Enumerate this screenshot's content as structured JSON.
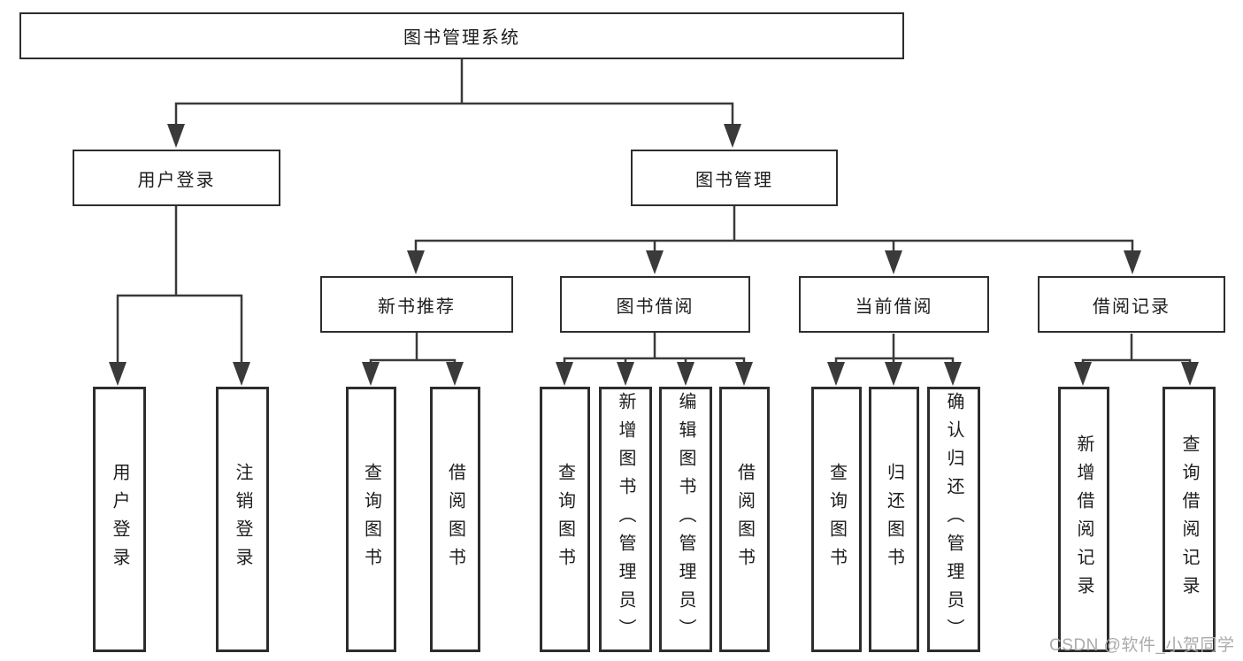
{
  "diagram_title": "图书管理系统",
  "tree": {
    "root": {
      "label": "图书管理系统"
    },
    "branches": {
      "user_login": {
        "label": "用户登录",
        "children": {
          "login": {
            "label": "用户登录"
          },
          "logout": {
            "label": "注销登录"
          }
        }
      },
      "book_mgmt": {
        "label": "图书管理",
        "children": {
          "new_book_rec": {
            "label": "新书推荐",
            "children": {
              "query_books": {
                "label": "查询图书"
              },
              "borrow_books": {
                "label": "借阅图书"
              }
            }
          },
          "book_borrow": {
            "label": "图书借阅",
            "children": {
              "query_books": {
                "label": "查询图书"
              },
              "add_books_admin": {
                "label": "新增图书（管理员）"
              },
              "edit_books_admin": {
                "label": "编辑图书（管理员）"
              },
              "borrow_books": {
                "label": "借阅图书"
              }
            }
          },
          "current_borrow": {
            "label": "当前借阅",
            "children": {
              "query_books": {
                "label": "查询图书"
              },
              "return_books": {
                "label": "归还图书"
              },
              "confirm_return_admin": {
                "label": "确认归还（管理员）"
              }
            }
          },
          "borrow_records": {
            "label": "借阅记录",
            "children": {
              "add_record": {
                "label": "新增借阅记录"
              },
              "query_record": {
                "label": "查询借阅记录"
              }
            }
          }
        }
      }
    }
  },
  "watermark": {
    "text": "CSDN @软件_小贺同学",
    "color": "#ABABAB"
  },
  "colors": {
    "line": "#3A3A3A",
    "box_border": "#2D2D2D",
    "box_fill": "#FFFFFF",
    "text": "#1D1D1D",
    "background": "#FFFFFF"
  }
}
